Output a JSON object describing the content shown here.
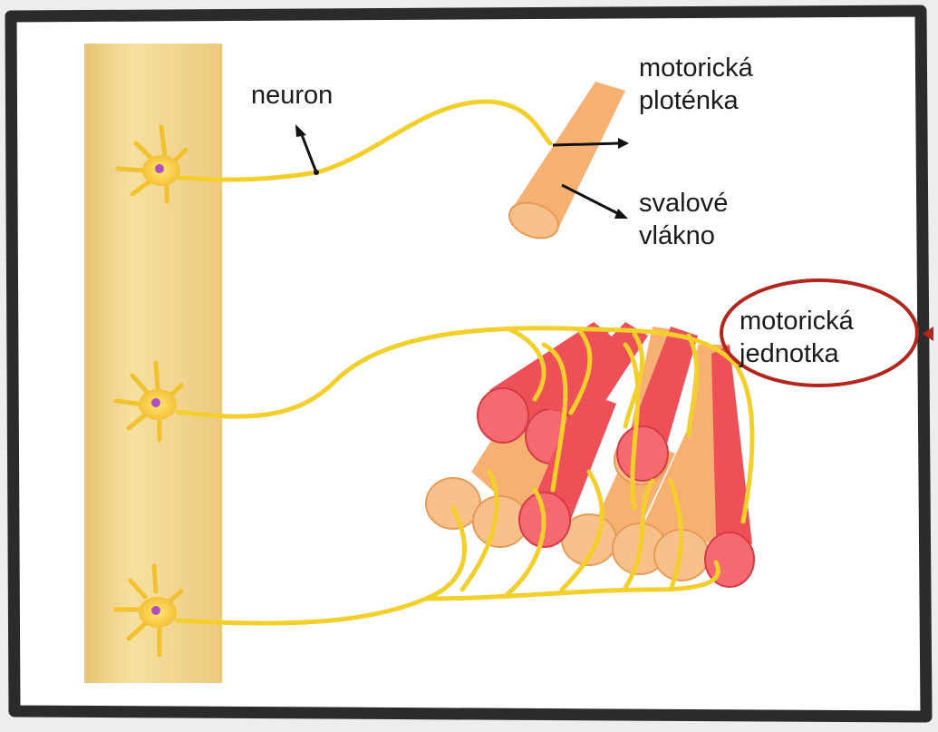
{
  "labels": {
    "neuron": "neuron",
    "motor_plate": [
      "motorická",
      "ploténka"
    ],
    "muscle_fiber": [
      "svalové",
      "vlákno"
    ],
    "motor_unit": [
      "motorická",
      "jednotka"
    ]
  },
  "colors": {
    "frame": "#2b2b2b",
    "spinal_cord": "#f2d58a",
    "nerve": "#f3cf2c",
    "neuron_nucleus": "#b04fc4",
    "muscle_fiber_orange": "#f6b072",
    "muscle_fiber_red": "#ee5058",
    "highlight_ring": "#b3261e"
  },
  "icons": [
    "neuron-cell-icon",
    "muscle-fiber-icon",
    "arrow-icon"
  ]
}
